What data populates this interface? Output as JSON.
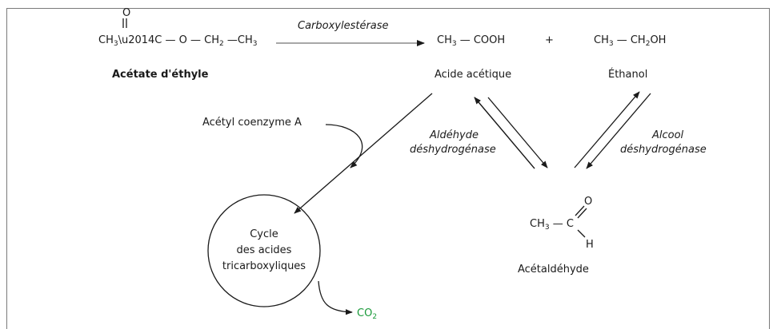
{
  "compounds": {
    "ethyl_acetate": {
      "carbonyl_o": "O",
      "formula_pre": "CH",
      "formula_mid": " — O — CH",
      "formula_mid2": " —CH",
      "carbon": "C",
      "sub3": "3",
      "sub2": "2",
      "name": "Acétate d'éthyle"
    },
    "acetic_acid": {
      "pre": "CH",
      "sub": "3",
      "post": " — COOH",
      "name": "Acide acétique"
    },
    "plus": "+",
    "ethanol": {
      "pre": "CH",
      "sub3": "3",
      "mid": " — CH",
      "sub2": "2",
      "post": "OH",
      "name": "Éthanol"
    },
    "acetaldehyde": {
      "pre": "CH",
      "sub": "3",
      "dash": " — ",
      "carbon": "C",
      "o": "O",
      "h": "H",
      "name": "Acétaldéhyde"
    },
    "acetyl_coa": "Acétyl coenzyme A",
    "tca": [
      "Cycle",
      "des acides",
      "tricarboxyliques"
    ],
    "co2": {
      "text": "CO",
      "sub": "2",
      "color": "#1a9a3a"
    }
  },
  "enzymes": {
    "carboxylesterase": "Carboxylestérase",
    "aldehyde_dh": [
      "Aldéhyde",
      "déshydrogénase"
    ],
    "alcohol_dh": [
      "Alcool",
      "déshydrogénase"
    ]
  }
}
